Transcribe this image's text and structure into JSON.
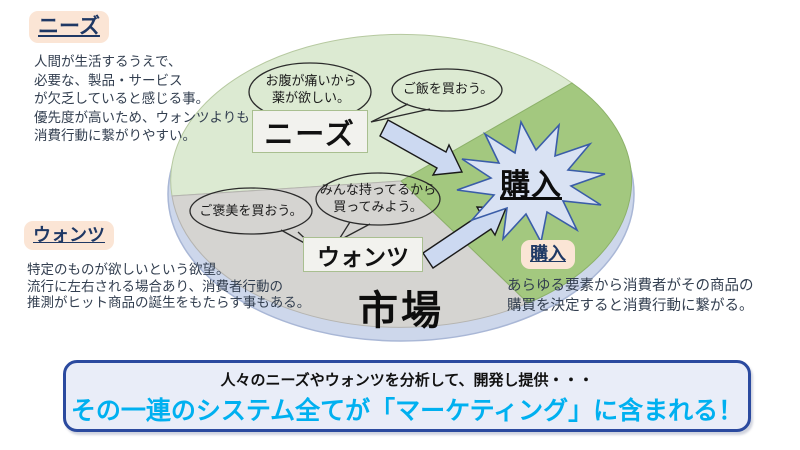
{
  "slide": {
    "needs": {
      "heading": "ニーズ",
      "desc": [
        "人間が生活するうえで、",
        "必要な、製品・サービス",
        "が欠乏していると感じる事。",
        "優先度が高いため、ウォンツよりも",
        "消費行動に繋がりやすい。"
      ]
    },
    "wants": {
      "heading": "ウォンツ",
      "desc": [
        "特定のものが欲しいという欲望。",
        "流行に左右される場合あり、消費者行動の",
        "推測がヒット商品の誕生をもたらす事もある。"
      ]
    },
    "purchase": {
      "heading": "購入",
      "desc": [
        "あらゆる要素から消費者がその商品の",
        "購買を決定すると消費行動に繋がる。"
      ]
    },
    "diagram": {
      "market_label": "市場",
      "needs_label": "ニーズ",
      "wants_label": "ウォンツ",
      "purchase_label": "購入",
      "bubble_needs_1": [
        "お腹が痛いから",
        "薬が欲しい。"
      ],
      "bubble_needs_2": "ご飯を買おう。",
      "bubble_wants_1": "ご褒美を買おう。",
      "bubble_wants_2": [
        "みんな持ってるから",
        "買ってみよう。"
      ]
    },
    "footer": {
      "line1": "人々のニーズやウォンツを分析して、開発し提供・・・",
      "line2": "その一連のシステム全てが「マーケティング」に含まれる！"
    },
    "colors": {
      "needs_sector": "#dcead2",
      "purchase_sector": "#a3c87f",
      "wants_sector": "#d5d4d1",
      "market_base": "#cdd7eb",
      "heading_bg": "#fbe5d5",
      "heading_text": "#1f3864",
      "label_box_bg": "#f2f2ee",
      "burst_fill": "#d9e2f3",
      "burst_border": "#3a5da8",
      "arrow_fill": "#ccd9f1",
      "footer_border": "#2b4a9f",
      "footer_accent": "#00b0f0"
    }
  }
}
